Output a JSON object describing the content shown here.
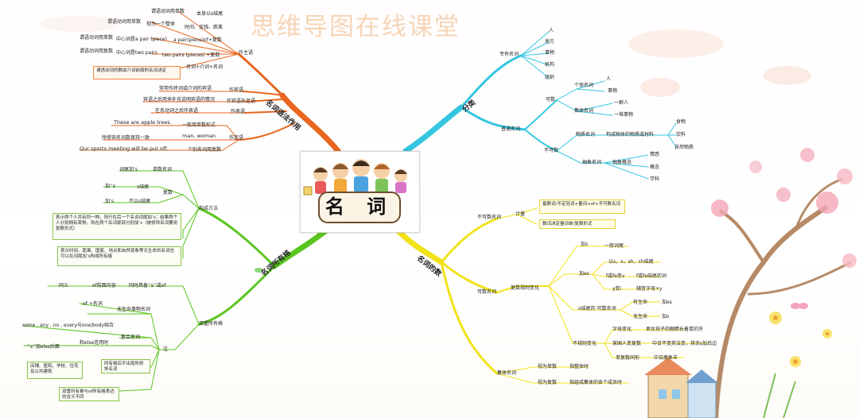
{
  "watermark": "思维导图在线课堂",
  "center": {
    "title": "名 词"
  },
  "branches": {
    "grammar": "名词语法作用",
    "classification": "分类",
    "possessive": "名词所有格",
    "number": "名词的数"
  },
  "grammar_nodes": {
    "n1": "谓语动词用单数",
    "n2": "本身以s结尾",
    "n3": "谓语动词用单数",
    "n4": "视为一个整体",
    "n5": "时间、金钱、距离",
    "n6": "谓语动词用单数",
    "n7": "中心词是a pair (piece)",
    "n8": "a pair(piece)of+复数",
    "n9": "谓语动词用复数",
    "n10": "中心词是two pairs",
    "n11": "two pairs (pieces) +复数",
    "n12": "作主语",
    "n13": "名词+介词+名词",
    "n14": "谓语动词的数由介词前面的名词决定",
    "n15": "常用作终词或介词的宾语",
    "n16": "作宾语",
    "n17": "宾语之后用来补充说明宾语的情况",
    "n18": "作宾语补足语",
    "n19": "在系动词之后作表语",
    "n20": "作表语",
    "n21": "These are apple trees.",
    "n22": "一般用单数形式",
    "n23": "man, woman",
    "n24": "所修饰名词数保持一致",
    "n25": "作定语",
    "n26": "Our sports meeting will be put off.",
    "n27": "个别名词用复数"
  },
  "classification_nodes": {
    "c1": "专有名词",
    "c2": "人",
    "c3": "地方",
    "c4": "事物",
    "c5": "机构",
    "c6": "组织",
    "c7": "普通名词",
    "c8": "可数",
    "c9": "个体名词",
    "c10": "人",
    "c11": "事物",
    "c12": "集体名词",
    "c13": "一群人",
    "c14": "一堆事物",
    "c15": "不可数",
    "c16": "物质名词",
    "c17": "构成物体的物质或材料",
    "c18": "食物",
    "c19": "饮料",
    "c20": "自然物质",
    "c21": "抽象名词",
    "c22": "抽象概念",
    "c23": "情感",
    "c24": "概念",
    "c25": "学科"
  },
  "possessive_nodes": {
    "p1": "词尾加’s",
    "p2": "单数名词",
    "p3": "加’’s",
    "p4": "s结尾",
    "p5": "复数",
    "p6": "加’s",
    "p7": "不以s结尾",
    "p8": "构成方法",
    "p9": "表示两个人共有同一物，则只在后一个名词词尾加’s；结果两个人分别拥有某物，则在两个名词尾部分别加’s（被修饰名词要用复数形式）",
    "p10": "表示时间、距离、国家、地点和自然现象等无生命的名词也可以在词尾加’s构成所有格",
    "p11": "同义",
    "p12": "of前面内容",
    "p13": "同时具备’’s’’或of",
    "p14": "of +名词",
    "p15": "无生命事物名词",
    "p16": "some , any , no , every与one/body结合",
    "p17": "复合名词",
    "p18": "和else连用时",
    "p19": "’’s’’加else后面",
    "p20": "所有格后不出现所修饰名词",
    "p21": "店铺、医院、学校、住宅及公共建筑",
    "p22": "双重所有格与of所有格表达的含义不同",
    "p23": "注",
    "p24": "双重所有格"
  },
  "number_nodes": {
    "u1": "不可数名词",
    "u2": "计量",
    "u3": "基数词/不定冠词+量词+of+不可数名词",
    "u4": "数词决定量词单/复数形式",
    "u5": "加s",
    "u6": "一般词尾",
    "u7": "以s，x，sh，ch结尾",
    "u8": "加es",
    "u9": "f或fe变v",
    "u10": "f或fe结尾的词",
    "u11": "y变i",
    "u12": "辅音字母+y",
    "u13": "o结尾的 可数名词",
    "u14": "有生命",
    "u15": "加es",
    "u16": "无生命",
    "u17": "加s",
    "u18": "可数名词",
    "u19": "复数规则变化",
    "u20": "字母变化",
    "u21": "男女孩子的眼睛长着鼠的牙",
    "u22": "某国人变复数",
    "u23": "中日不变英法变，其余s加后边",
    "u24": "单复数同形",
    "u25": "中日鹿鱼羊",
    "u26": "不规则变化",
    "u27": "集体名词",
    "u28": "视为单数",
    "u29": "指整体时",
    "u30": "视为复数",
    "u31": "指组成集体的各个成员时"
  },
  "colors": {
    "grammar": "#e8661f",
    "classification": "#34c6e0",
    "possessive": "#5bc51f",
    "number": "#f1e21a"
  },
  "icons": [
    "cartoon-kids-icon",
    "tree-icon",
    "house-icon",
    "flower-icon",
    "butterfly-icon"
  ]
}
